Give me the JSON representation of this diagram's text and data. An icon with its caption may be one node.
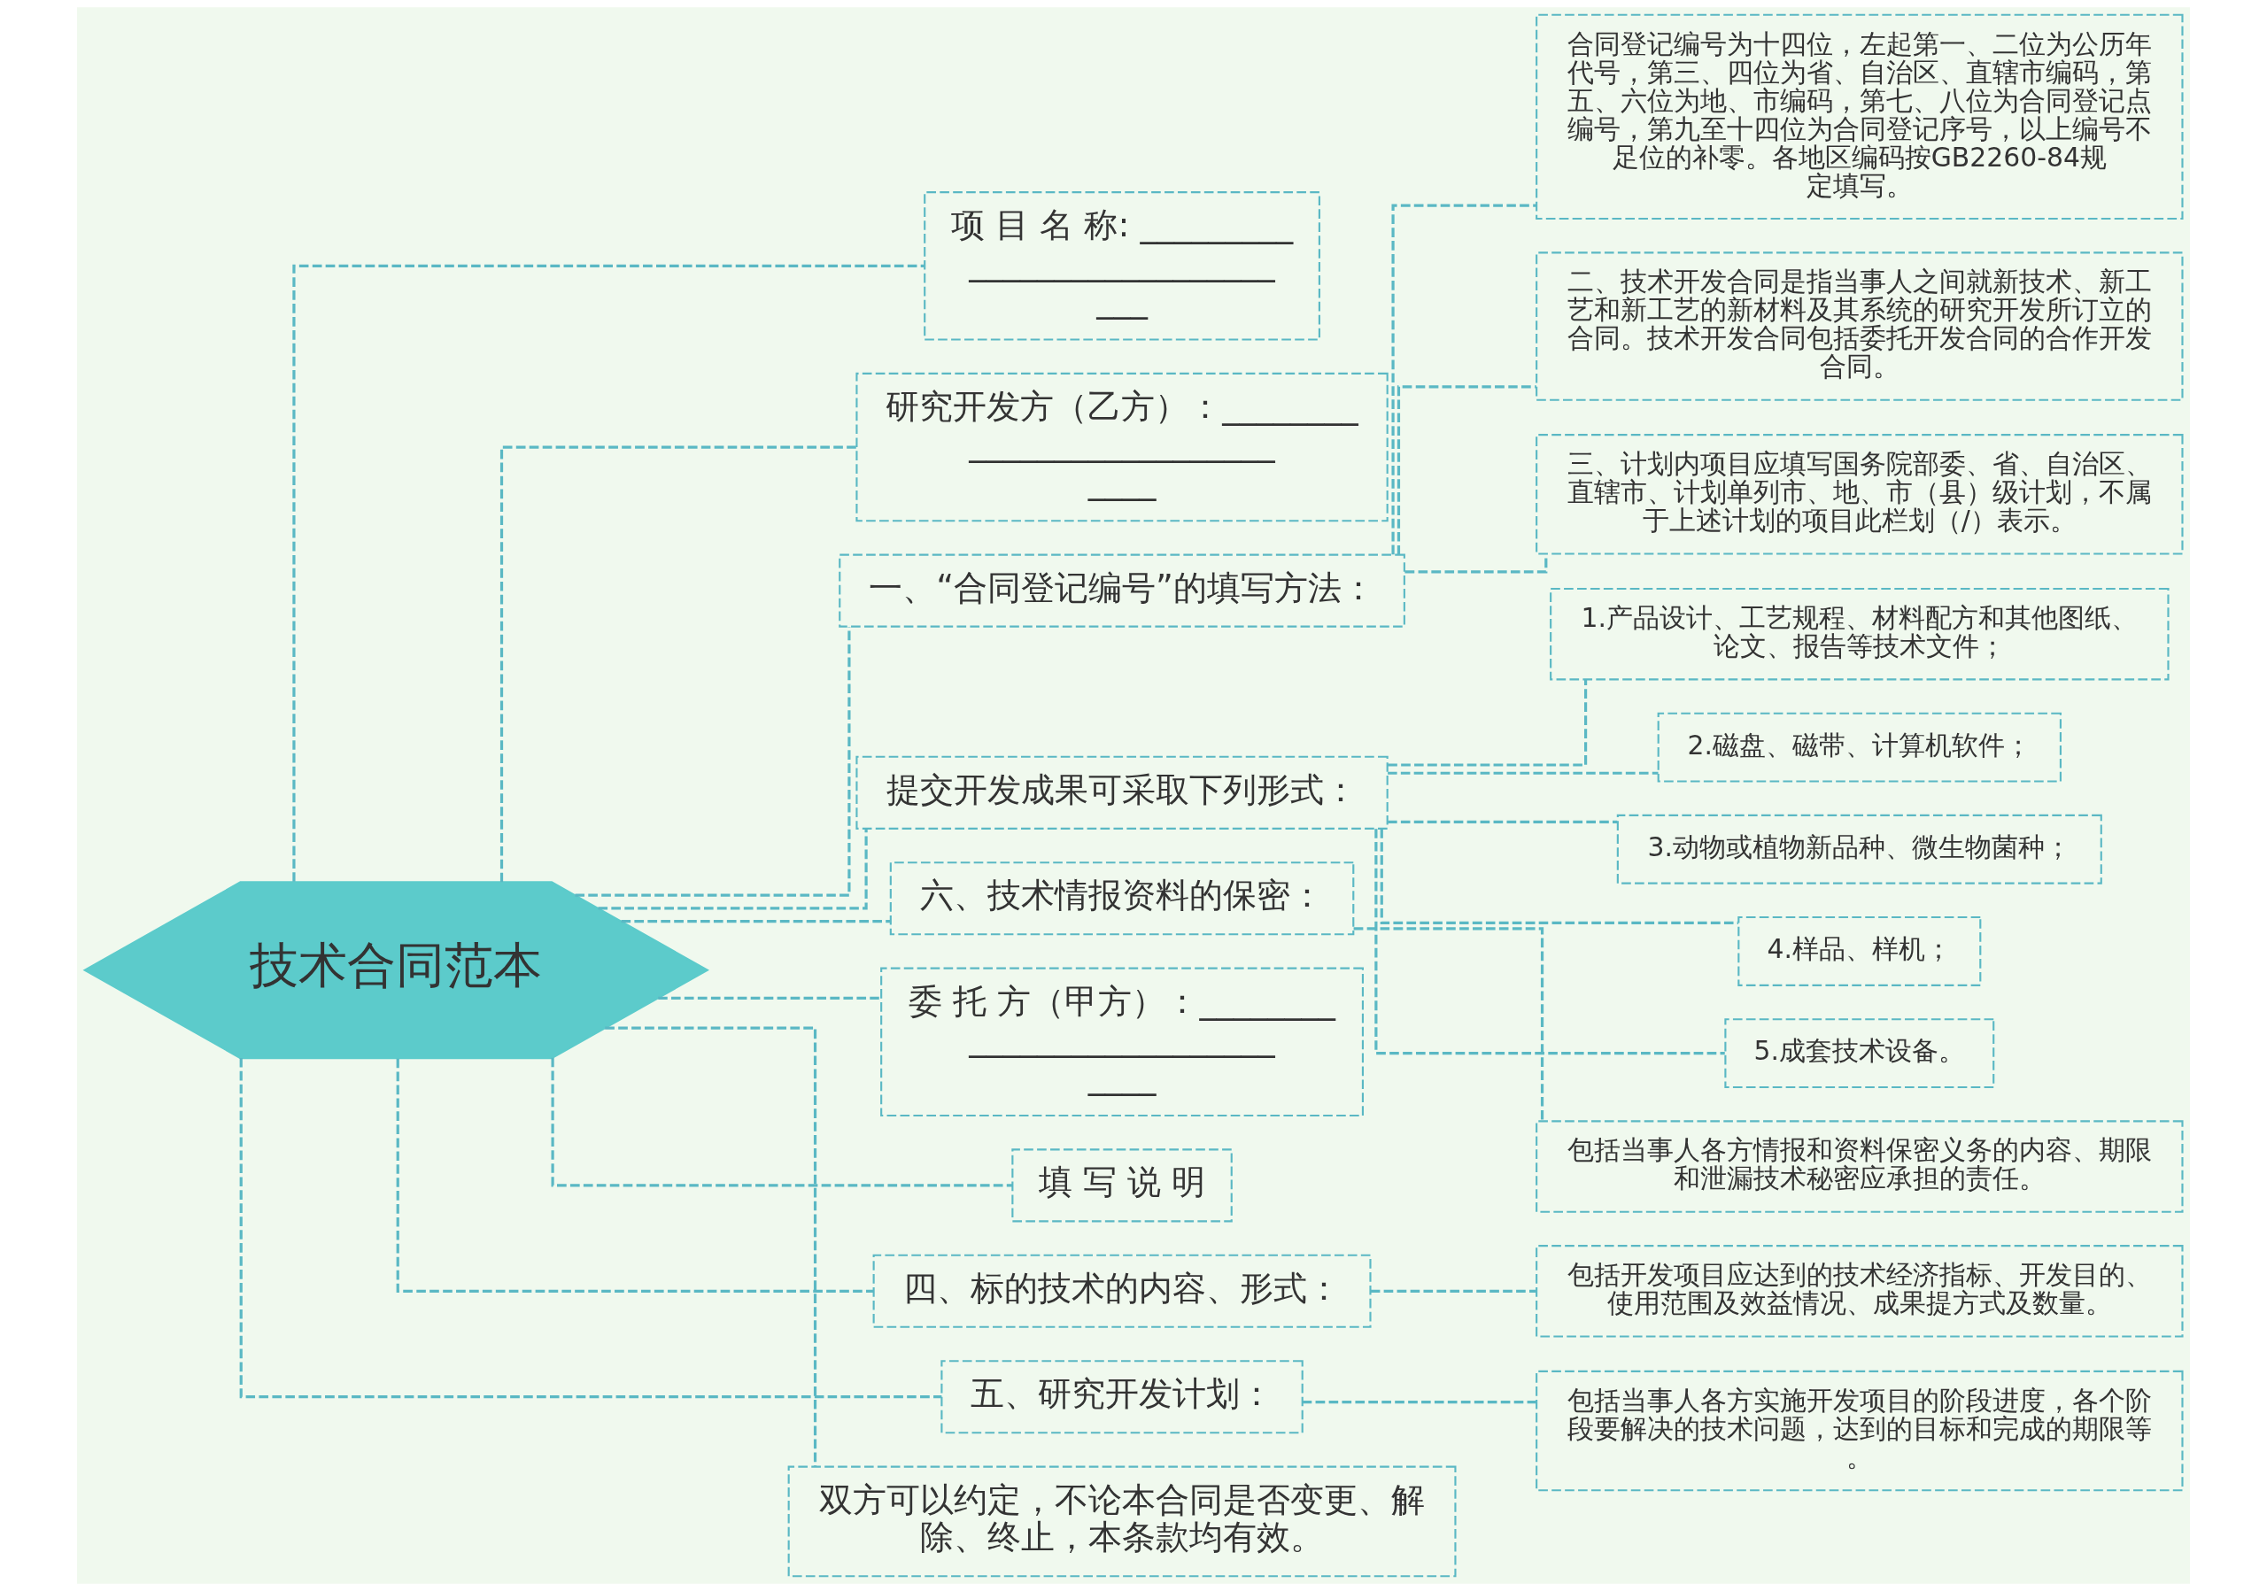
{
  "diagram": {
    "nodes": [
      {
        "text": [
          "技术合同范本"
        ]
      },
      {
        "text": [
          "项 目 名 称: ______________________________"
        ]
      },
      {
        "text": [
          "研究开发方（乙方）：______________________________"
        ]
      },
      {
        "text": [
          "一、“合同登记编号”的填写方法："
        ]
      },
      {
        "text": [
          "合同登记编号为十四位，左起第一、二位为公历年代号，第三、四位为省、自治区、直辖市编码，第五、六位为地、市编码，第七、八位为合同登记点编号，第九至十四位为合同登记序号，以上编号不足位的补零。各地区编码按GB2260-84规定填写。"
        ]
      },
      {
        "text": [
          "二、技术开发合同是指当事人之间就新技术、新工艺和新工艺的新材料及其系统的研究开发所订立的合同。技术开发合同包括委托开发合同的合作开发合同。"
        ]
      },
      {
        "text": [
          "三、计划内项目应填写国务院部委、省、自治区、直辖市、计划单列市、地、市（县）级计划，不属于上述计划的项目此栏划（/）表示。"
        ]
      },
      {
        "text": [
          "提交开发成果可采取下列形式："
        ]
      },
      {
        "text": [
          "1.产品设计、工艺规程、材料配方和其他图纸、论文、报告等技术文件；"
        ]
      },
      {
        "text": [
          "2.磁盘、磁带、计算机软件；"
        ]
      },
      {
        "text": [
          "3.动物或植物新品种、微生物菌种；"
        ]
      },
      {
        "text": [
          "4.样品、样机；"
        ]
      },
      {
        "text": [
          "5.成套技术设备。"
        ]
      },
      {
        "text": [
          "六、技术情报资料的保密："
        ]
      },
      {
        "text": [
          "包括当事人各方情报和资料保密义务的内容、期限和泄漏技术秘密应承担的责任。"
        ]
      },
      {
        "text": [
          "委 托 方（甲方）：______________________________"
        ]
      },
      {
        "text": [
          "填 写 说 明"
        ]
      },
      {
        "text": [
          "四、标的技术的内容、形式："
        ]
      },
      {
        "text": [
          "包括开发项目应达到的技术经济指标、开发目的、使用范围及效益情况、成果提方式及数量。"
        ]
      },
      {
        "text": [
          "五、研究开发计划："
        ]
      },
      {
        "text": [
          "包括当事人各方实施开发项目的阶段进度，各个阶段要解决的技术问题，达到的目标和完成的期限等。"
        ]
      },
      {
        "text": [
          "双方可以约定，不论本合同是否变更、解除、终止，本条款均有效。"
        ]
      }
    ],
    "edges": [
      {
        "from": 0,
        "to": 1,
        "arrow": "none",
        "style": "dashed"
      },
      {
        "from": 0,
        "to": 2,
        "arrow": "none",
        "style": "dashed"
      },
      {
        "from": 0,
        "to": 3,
        "arrow": "none",
        "style": "dashed"
      },
      {
        "from": 3,
        "to": 4,
        "arrow": "none",
        "style": "dashed"
      },
      {
        "from": 3,
        "to": 5,
        "arrow": "none",
        "style": "dashed"
      },
      {
        "from": 3,
        "to": 6,
        "arrow": "none",
        "style": "dashed"
      },
      {
        "from": 0,
        "to": 7,
        "arrow": "none",
        "style": "dashed"
      },
      {
        "from": 7,
        "to": 8,
        "arrow": "none",
        "style": "dashed"
      },
      {
        "from": 7,
        "to": 9,
        "arrow": "none",
        "style": "dashed"
      },
      {
        "from": 7,
        "to": 10,
        "arrow": "none",
        "style": "dashed"
      },
      {
        "from": 7,
        "to": 11,
        "arrow": "none",
        "style": "dashed"
      },
      {
        "from": 7,
        "to": 12,
        "arrow": "none",
        "style": "dashed"
      },
      {
        "from": 0,
        "to": 13,
        "arrow": "none",
        "style": "dashed"
      },
      {
        "from": 13,
        "to": 14,
        "arrow": "none",
        "style": "dashed"
      },
      {
        "from": 0,
        "to": 15,
        "arrow": "none",
        "style": "dashed"
      },
      {
        "from": 0,
        "to": 16,
        "arrow": "none",
        "style": "dashed"
      },
      {
        "from": 0,
        "to": 17,
        "arrow": "none",
        "style": "dashed"
      },
      {
        "from": 17,
        "to": 18,
        "arrow": "none",
        "style": "dashed"
      },
      {
        "from": 0,
        "to": 19,
        "arrow": "none",
        "style": "dashed"
      },
      {
        "from": 19,
        "to": 20,
        "arrow": "none",
        "style": "dashed"
      },
      {
        "from": 0,
        "to": 21,
        "arrow": "none",
        "style": "dashed"
      }
    ]
  }
}
